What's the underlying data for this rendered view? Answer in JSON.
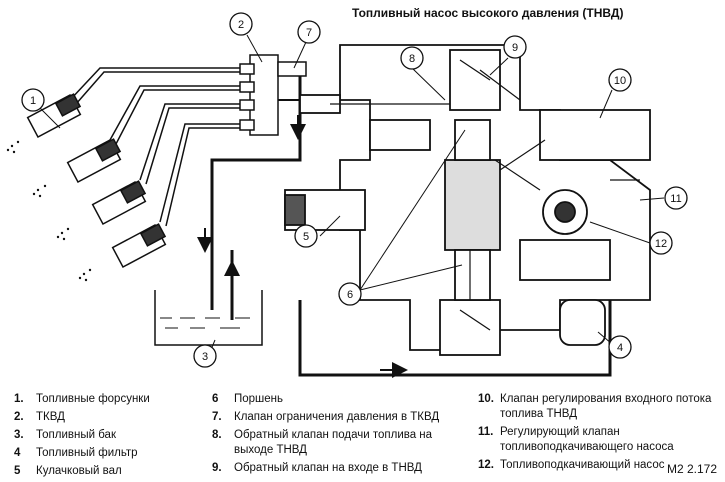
{
  "title": "Топливный насос высокого давления (ТНВД)",
  "figure_code": "M2 2.172",
  "callouts": [
    "1",
    "2",
    "3",
    "4",
    "5",
    "6",
    "7",
    "8",
    "9",
    "10",
    "11",
    "12"
  ],
  "legend": [
    {
      "num": "1.",
      "text": "Топливные форсунки"
    },
    {
      "num": "2.",
      "text": "ТКВД"
    },
    {
      "num": "3.",
      "text": "Топливный бак"
    },
    {
      "num": "4",
      "text": "Топливный фильтр"
    },
    {
      "num": "5",
      "text": "Кулачковый вал"
    },
    {
      "num": "6",
      "text": "Поршень"
    },
    {
      "num": "7.",
      "text": "Клапан ограничения давления в ТКВД"
    },
    {
      "num": "8.",
      "text": "Обратный клапан подачи топлива на выходе ТНВД"
    },
    {
      "num": "9.",
      "text": "Обратный клапан на входе в ТНВД"
    },
    {
      "num": "10.",
      "text": "Клапан регулирования входного потока топлива ТНВД"
    },
    {
      "num": "11.",
      "text": "Регулирующий клапан топливоподкачивающего насоса"
    },
    {
      "num": "12.",
      "text": "Топливоподкачивающий насос"
    }
  ]
}
